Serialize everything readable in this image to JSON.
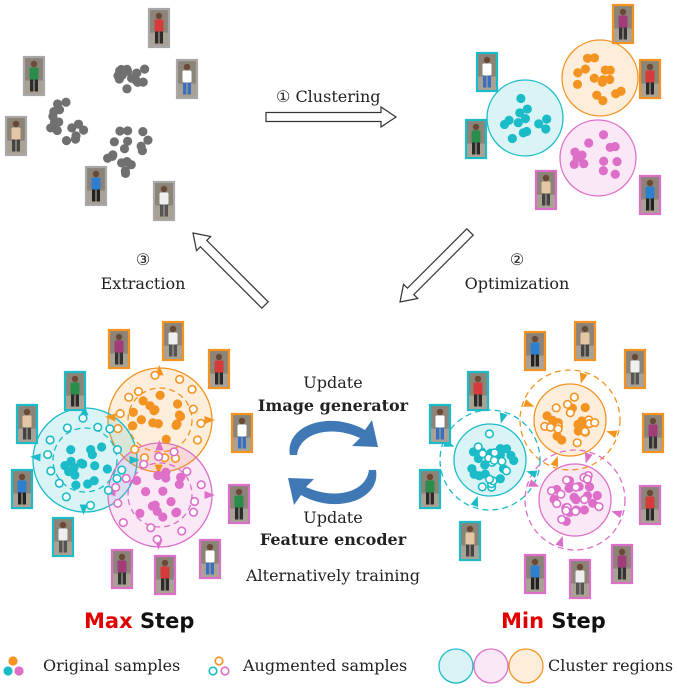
{
  "steps": {
    "clustering": {
      "num": "①",
      "label": "Clustering"
    },
    "optimization": {
      "num": "②",
      "label": "Optimization"
    },
    "extraction": {
      "num": "③",
      "label": "Extraction"
    }
  },
  "center": {
    "update_top": "Update",
    "image_generator": "Image generator",
    "update_bottom": "Update",
    "feature_encoder": "Feature encoder",
    "alternative": "Alternatively training"
  },
  "max_step": {
    "highlight": "Max",
    "rest": "Step"
  },
  "min_step": {
    "highlight": "Min",
    "rest": "Step"
  },
  "legend": {
    "original": "Original samples",
    "augmented": "Augmented samples",
    "clusters": "Cluster regions"
  },
  "colors": {
    "cyan": "#1bbcc8",
    "orange": "#f39422",
    "pink": "#dd6fc8",
    "gray": "#707070",
    "arrow_blue": "#3f78b4",
    "highlight_red": "#e00000"
  }
}
